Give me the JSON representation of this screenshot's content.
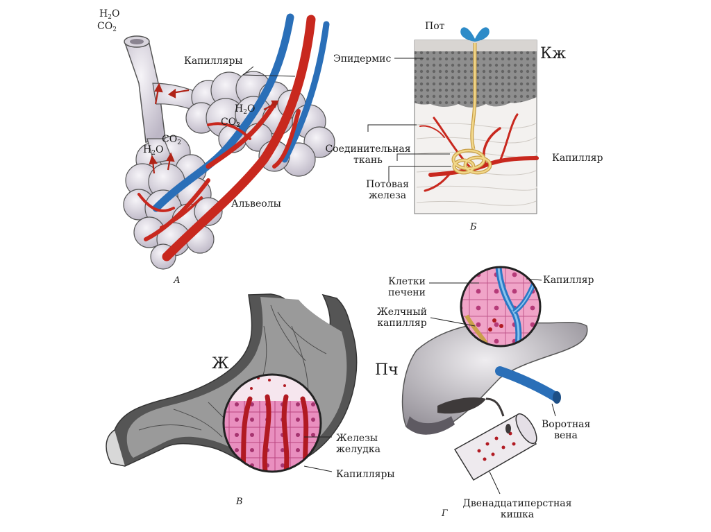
{
  "panel_a": {
    "h2o_top": "H",
    "o_top": "O",
    "co2_top": "CO",
    "capillaries": "Капилляры",
    "h2o_mid": "H",
    "o_mid": "O",
    "co2_mid": "CO",
    "co2_left": "CO",
    "h2o_left": "H",
    "o_left": "O",
    "alveoli": "Альвеолы",
    "caption": "А"
  },
  "panel_b": {
    "sweat": "Пот",
    "epidermis": "Эпидермис",
    "skin_letter": "Кж",
    "connective_line1": "Соединительная",
    "connective_line2": "ткань",
    "capillary": "Капилляр",
    "gland_line1": "Потовая",
    "gland_line2": "железа",
    "caption": "Б"
  },
  "panel_c": {
    "stomach_letter": "Ж",
    "glands_line1": "Железы",
    "glands_line2": "желудка",
    "capillaries": "Капилляры",
    "caption": "В"
  },
  "panel_d": {
    "liver_cells_line1": "Клетки",
    "liver_cells_line2": "печени",
    "capillary": "Капилляр",
    "bile_line1": "Желчный",
    "bile_line2": "капилляр",
    "liver_letter": "Пч",
    "portal_line1": "Воротная",
    "portal_line2": "вена",
    "duodenum_line1": "Двенадцатиперстная",
    "duodenum_line2": "кишка",
    "caption": "Г"
  },
  "colors": {
    "artery": "#c8281e",
    "vein": "#2a6fb8",
    "tissue": "#e4e0e8",
    "mucosa": "#e46ba0"
  }
}
